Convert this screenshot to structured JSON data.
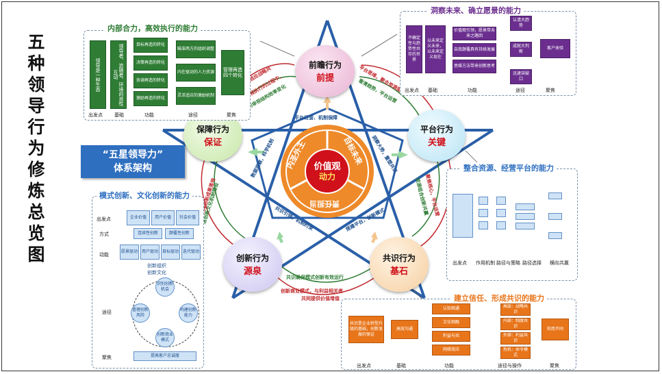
{
  "title": "五种领导行为修炼总览图",
  "banner": {
    "line1": "“五星领导力”",
    "line2": "体系架构"
  },
  "center": {
    "line1": "价值观",
    "line2": "动力"
  },
  "petals": [
    "内圣外王",
    "目标未来",
    "责任担当"
  ],
  "nodes": {
    "top": {
      "name": "前瞻行为",
      "key": "前提"
    },
    "right": {
      "name": "平台行为",
      "key": "关键"
    },
    "bottom_right": {
      "name": "共识行为",
      "key": "基石"
    },
    "bottom_left": {
      "name": "创新行为",
      "key": "源泉"
    },
    "left": {
      "name": "保障行为",
      "key": "保证"
    }
  },
  "edges": {
    "top_inner": "平台经营、机制保障",
    "right_inner": "洞察大势，重塑共识",
    "bottom_inner": "共识确保模式创新有效运行",
    "left_inner": "共识引领，机制约束",
    "bl_inner": "搭建平台，创新模式",
    "left_up": "数据观察，科学机制",
    "top_left_outer": "内部变化，适应战略共",
    "top_left_outer2": "态的审视执行的过程中，",
    "top_left_outer3": "态的审视结构效率变化",
    "top_right_outer": "平台思维，聚合资源能力",
    "top_right_outer2": "看清趋势，平台运营",
    "right_outer": "聚焦核心，平台运营",
    "right_outer2": "资源组合创新共赢",
    "bottom_outer": "创新商业模式，与利益相关者",
    "bottom_outer2": "共同提供价值增值",
    "left_outer": "以机制保障创新成果落地",
    "left_outer2": "落创新文化机制建设"
  },
  "panel_tl": {
    "title": "内部合力，高效执行的能力",
    "col0": "领导是一种生态",
    "col1": "领导者、追随者、环境的良性互动",
    "col2": [
      "目标再造的转化",
      "决策再造的转化",
      "协调再造的转化",
      "激励再造的转化"
    ],
    "col3": [
      "瞄准两方的组织调整",
      "内在驱动的人力资源",
      "灵活适应的激励机制"
    ],
    "col4": "管理再造四个转化",
    "footer": [
      "出发点",
      "基础",
      "功能",
      "途径",
      "聚焦"
    ]
  },
  "panel_tr": {
    "title": "洞察未来、确立愿景的能力",
    "col0": "不确定性与趋势性共存的世界",
    "col1": "以未来定义未来，以未来定义现在",
    "col2": [
      "价值观引领，愿景带未来之路回",
      "自我颠覆具有持续发展",
      "思维方法带来创新思考"
    ],
    "col3": [
      "认清大趋势",
      "成就大判断",
      "迅速突破口"
    ],
    "col4": "客户体验",
    "footer": [
      "出发点",
      "基础",
      "功能",
      "途径",
      "聚焦"
    ]
  },
  "panel_rm": {
    "title": "整合资源、经营平台的能力",
    "footer": [
      "出发点",
      "作用机制",
      "路径与策略",
      "路径选择",
      "横向共赢"
    ]
  },
  "panel_lm": {
    "title": "模式创新、文化创新的能力",
    "row1_label": "出发点",
    "row1": [
      "企业价值",
      "用户价值",
      "社会价值"
    ],
    "row2_label": "方式",
    "row2": [
      "连续性创新",
      "颠覆性创新"
    ],
    "row3_label": "动能",
    "row3": [
      "愿景驱动",
      "用户驱动",
      "目标驱动",
      "迭代驱动"
    ],
    "row3b": [
      "创新组织",
      "创新文化"
    ],
    "row4_label": "途径",
    "cycle": [
      "识别创新机会",
      "管理创新风险",
      "构建创新能力",
      "创新商业模式"
    ],
    "row5_label": "聚焦",
    "row5": "提高客户忠诚度"
  },
  "panel_br": {
    "title": "建立信任、形成共识的能力",
    "col0": "共识是企业转型升级的基础，创新发展的保证",
    "col1": "高效沟通",
    "col2": [
      "认知相通",
      "文化相融",
      "利益与共",
      "网络效应"
    ],
    "col3": [
      "高层：战略共识",
      "内部：制度共识",
      "外部：利益共识",
      "危机：命令模式"
    ],
    "col4": "和而不同",
    "footer": [
      "出发点",
      "基础",
      "功能",
      "途径与操作",
      "聚焦"
    ]
  },
  "colors": {
    "star": "#2a5fa8",
    "green": "#2f7d35",
    "purple": "#6b2e8f",
    "blue": "#2e6fc0",
    "orange": "#e8751a",
    "red": "#d0101a"
  }
}
